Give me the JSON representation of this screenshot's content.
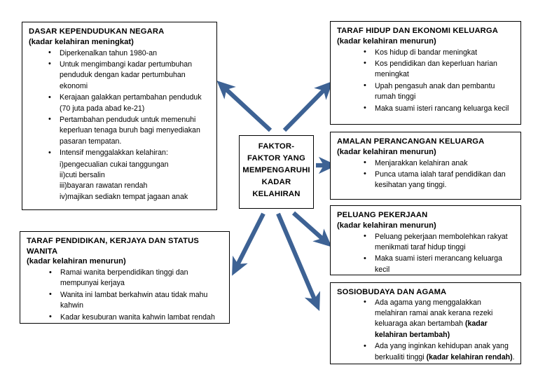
{
  "diagram": {
    "accent_color": "#3d6294",
    "border_color": "#000000",
    "background_color": "#ffffff",
    "center": {
      "label": "FAKTOR-FAKTOR YANG MEMPENGARUHI KADAR KELAHIRAN",
      "lines": [
        "FAKTOR-",
        "FAKTOR YANG",
        "MEMPENGARUHI",
        "KADAR",
        "KELAHIRAN"
      ]
    },
    "nodes": [
      {
        "id": "dasar",
        "title": "DASAR KEPENDUDUKAN NEGARA",
        "subtitle": "(kadar kelahiran meningkat)",
        "bullets": [
          "Diperkenalkan tahun 1980-an",
          "Untuk mengimbangi kadar pertumbuhan penduduk dengan kadar pertumbuhan ekonomi",
          "Kerajaan galakkan pertambahan penduduk (70 juta pada abad ke-21)",
          "Pertambahan penduduk untuk memenuhi keperluan tenaga buruh bagi menyediakan pasaran tempatan.",
          "Intensif menggalakkan kelahiran:"
        ],
        "sublines": [
          "i)pengecualian cukai tanggungan",
          "ii)cuti bersalin",
          "iii)bayaran rawatan rendah",
          "iv)majikan sediakn tempat jagaan anak"
        ]
      },
      {
        "id": "taraf-pendidikan",
        "title": "TARAF PENDIDIKAN, KERJAYA DAN STATUS WANITA",
        "subtitle": "(kadar kelahiran menurun)",
        "bullets": [
          "Ramai wanita berpendidikan tinggi dan mempunyai kerjaya",
          "Wanita ini lambat berkahwin atau tidak mahu kahwin",
          "Kadar kesuburan wanita kahwin lambat rendah"
        ]
      },
      {
        "id": "taraf-hidup",
        "title": "TARAF HIDUP DAN EKONOMI KELUARGA",
        "subtitle": "(kadar kelahiran menurun)",
        "bullets": [
          "Kos hidup di bandar meningkat",
          "Kos pendidikan dan keperluan harian meningkat",
          "Upah pengasuh anak dan pembantu rumah tinggi",
          "Maka suami isteri rancang keluarga kecil"
        ]
      },
      {
        "id": "amalan",
        "title": "AMALAN PERANCANGAN KELUARGA",
        "subtitle": "(kadar kelahiran menurun)",
        "bullets": [
          "Menjarakkan kelahiran anak",
          "Punca utama ialah taraf pendidikan dan kesihatan yang tinggi."
        ]
      },
      {
        "id": "peluang",
        "title": "PELUANG PEKERJAAN",
        "subtitle": "(kadar kelahiran menurun)",
        "bullets": [
          "Peluang pekerjaan membolehkan rakyat menikmati taraf hidup tinggi",
          "Maka suami isteri merancang keluarga kecil"
        ]
      },
      {
        "id": "sosiobudaya",
        "title": "SOSIOBUDAYA DAN AGAMA",
        "subtitle": "",
        "bullets_rich": [
          {
            "text": "Ada agama yang menggalakkan melahiran ramai anak kerana rezeki keluaraga akan bertambah ",
            "emphasis": "(kadar kelahiran bertambah)",
            "tail": ""
          },
          {
            "text": "Ada yang inginkan kehidupan anak yang berkualiti tinggi ",
            "emphasis": "(kadar kelahiran rendah)",
            "tail": "."
          }
        ]
      }
    ],
    "arrows": [
      {
        "name": "arrow-center-to-dasar",
        "from": "center",
        "to": "dasar",
        "direction": "up-left"
      },
      {
        "name": "arrow-center-to-taraf-hidup",
        "from": "center",
        "to": "taraf-hidup",
        "direction": "up-right"
      },
      {
        "name": "arrow-center-to-amalan",
        "from": "center",
        "to": "amalan",
        "direction": "right"
      },
      {
        "name": "arrow-center-to-taraf-pendidikan",
        "from": "center",
        "to": "taraf-pendidikan",
        "direction": "down-left"
      },
      {
        "name": "arrow-center-to-peluang",
        "from": "center",
        "to": "peluang",
        "direction": "down-right"
      },
      {
        "name": "arrow-center-to-sosiobudaya",
        "from": "center",
        "to": "sosiobudaya",
        "direction": "down-right-steep"
      }
    ]
  }
}
